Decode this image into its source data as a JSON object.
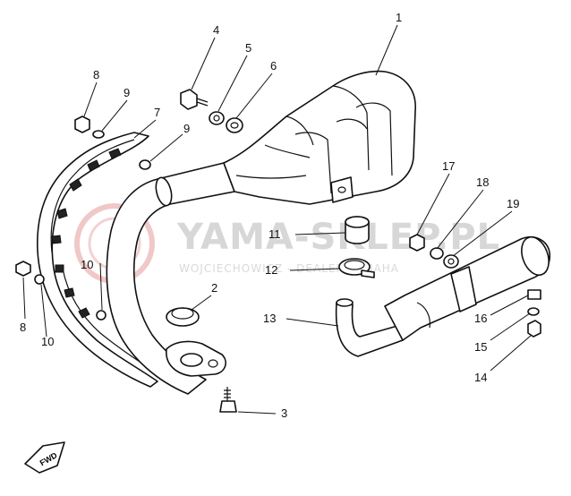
{
  "watermark": {
    "main": "YAMA-SKLEP.PL",
    "sub": "WOJCIECHOWICZ - DEALER YAMAHA"
  },
  "fwd_label": "FWD",
  "callouts": [
    {
      "id": "1",
      "label": "1"
    },
    {
      "id": "2",
      "label": "2"
    },
    {
      "id": "3",
      "label": "3"
    },
    {
      "id": "4",
      "label": "4"
    },
    {
      "id": "5",
      "label": "5"
    },
    {
      "id": "6",
      "label": "6"
    },
    {
      "id": "7",
      "label": "7"
    },
    {
      "id": "8a",
      "label": "8"
    },
    {
      "id": "8b",
      "label": "8"
    },
    {
      "id": "9a",
      "label": "9"
    },
    {
      "id": "9b",
      "label": "9"
    },
    {
      "id": "10a",
      "label": "10"
    },
    {
      "id": "10b",
      "label": "10"
    },
    {
      "id": "11",
      "label": "11"
    },
    {
      "id": "12",
      "label": "12"
    },
    {
      "id": "13",
      "label": "13"
    },
    {
      "id": "14",
      "label": "14"
    },
    {
      "id": "15",
      "label": "15"
    },
    {
      "id": "16",
      "label": "16"
    },
    {
      "id": "17",
      "label": "17"
    },
    {
      "id": "18",
      "label": "18"
    },
    {
      "id": "19",
      "label": "19"
    }
  ]
}
